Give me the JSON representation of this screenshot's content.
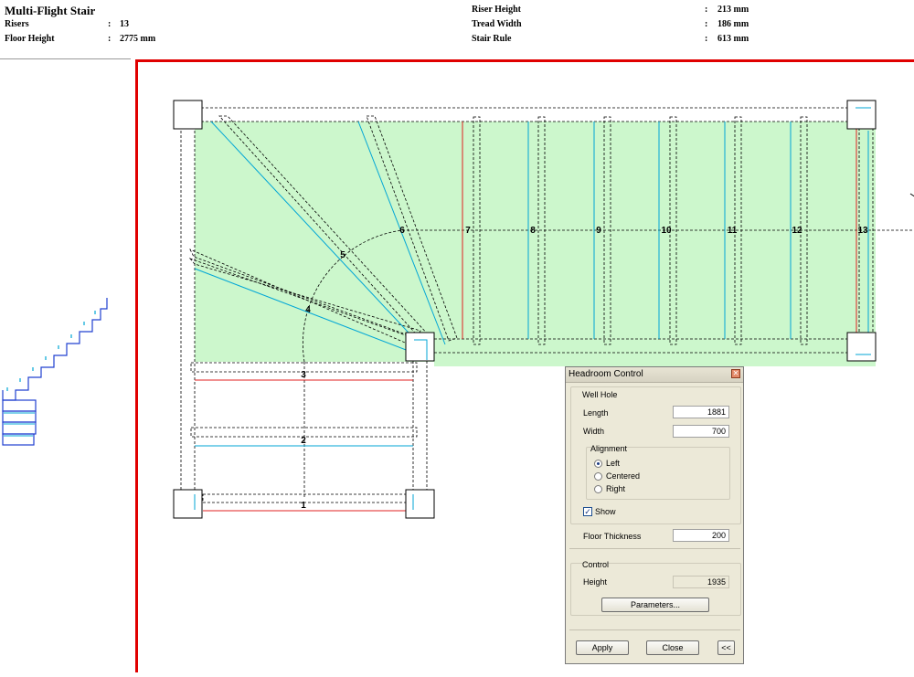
{
  "header": {
    "title": "Multi-Flight Stair",
    "rows_left": [
      {
        "label": "Risers",
        "value": "13"
      },
      {
        "label": "Floor Height",
        "value": "2775 mm"
      }
    ],
    "rows_right": [
      {
        "label": "Riser Height",
        "value": "213 mm"
      },
      {
        "label": "Tread Width",
        "value": "186 mm"
      },
      {
        "label": "Stair Rule",
        "value": "613 mm"
      }
    ],
    "separator": ":"
  },
  "plan": {
    "step_numbers": [
      "1",
      "2",
      "3",
      "4",
      "5",
      "6",
      "7",
      "8",
      "9",
      "10",
      "11",
      "12",
      "13"
    ],
    "colors": {
      "frame": "#e00000",
      "fill": "#ccf7cc",
      "riser_cyan": "#00a6d6",
      "riser_red": "#e02020",
      "elevation": "#2040d0"
    }
  },
  "dialog": {
    "title": "Headroom Control",
    "well_hole_group": "Well Hole",
    "length_label": "Length",
    "length_value": "1881",
    "width_label": "Width",
    "width_value": "700",
    "alignment_group": "Alignment",
    "align_left": "Left",
    "align_centered": "Centered",
    "align_right": "Right",
    "show_label": "Show",
    "show_checked": true,
    "floor_thickness_label": "Floor Thickness",
    "floor_thickness_value": "200",
    "control_group": "Control",
    "height_label": "Height",
    "height_value": "1935",
    "parameters_button": "Parameters...",
    "apply_button": "Apply",
    "close_button": "Close",
    "collapse_button": "<<"
  }
}
